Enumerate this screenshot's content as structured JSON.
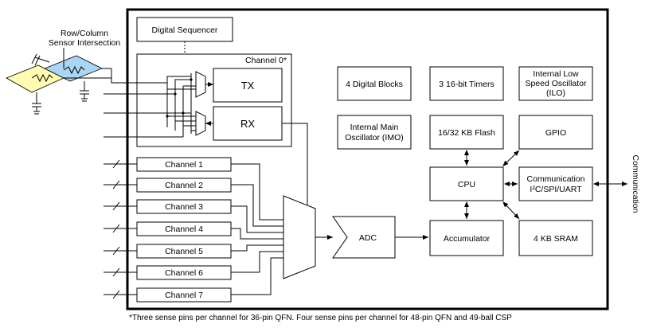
{
  "diagram": {
    "sensor_label_line1": "Row/Column",
    "sensor_label_line2": "Sensor Intersection",
    "digital_sequencer": "Digital Sequencer",
    "channel0_title": "Channel 0*",
    "tx": "TX",
    "rx": "RX",
    "channels": [
      "Channel 1",
      "Channel 2",
      "Channel 3",
      "Channel 4",
      "Channel 5",
      "Channel 6",
      "Channel 7"
    ],
    "digital_blocks": "4 Digital Blocks",
    "timers": "3 16-bit Timers",
    "ilo_line1": "Internal Low",
    "ilo_line2": "Speed Oscillator",
    "ilo_line3": "(ILO)",
    "imo_line1": "Internal Main",
    "imo_line2": "Oscillator (IMO)",
    "flash": "16/32 KB Flash",
    "gpio": "GPIO",
    "cpu": "CPU",
    "comm_line1": "Communication",
    "comm_line2": "I²C/SPI/UART",
    "adc": "ADC",
    "accumulator": "Accumulator",
    "sram": "4 KB SRAM",
    "side_label": "Communication",
    "footnote": "*Three sense pins per channel for 36-pin QFN. Four sense pins per channel for 48-pin QFN and 49-ball CSP"
  },
  "colors": {
    "sensor_yellow": "#fffbb0",
    "sensor_blue": "#a9d6f5"
  }
}
